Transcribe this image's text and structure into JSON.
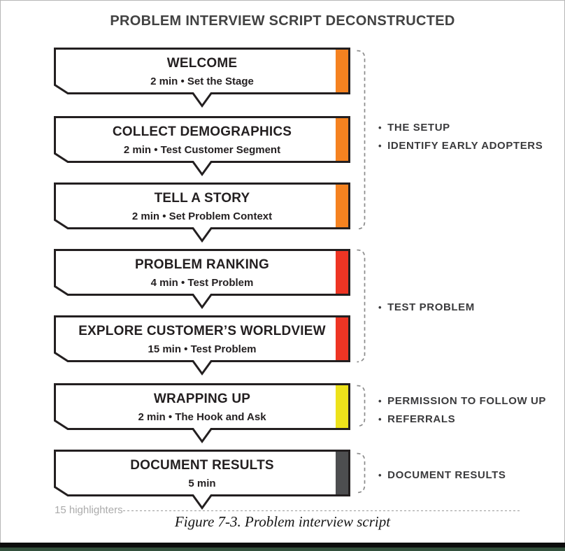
{
  "page": {
    "title": "PROBLEM INTERVIEW SCRIPT DECONSTRUCTED",
    "caption": "Figure 7-3. Problem interview script",
    "highlighters_note": "15 highlighters"
  },
  "glyphs": {
    "bullet": "•"
  },
  "colors": {
    "orange": "#F58220",
    "red": "#EE3524",
    "yellow": "#EDE21B",
    "dark_gray": "#4D4E50",
    "box_border": "#231F20",
    "bottom_bar_black": "#0D0D0D",
    "bottom_bar_green": "#33503C"
  },
  "steps": [
    {
      "title": "WELCOME",
      "subtitle": "2 min • Set the Stage",
      "stripe_color": "#F58220"
    },
    {
      "title": "COLLECT DEMOGRAPHICS",
      "subtitle": "2 min • Test Customer Segment",
      "stripe_color": "#F58220"
    },
    {
      "title": "TELL A STORY",
      "subtitle": "2 min • Set Problem Context",
      "stripe_color": "#F58220"
    },
    {
      "title": "PROBLEM RANKING",
      "subtitle": "4 min • Test Problem",
      "stripe_color": "#EE3524"
    },
    {
      "title": "EXPLORE CUSTOMER’S WORLDVIEW",
      "subtitle": "15 min • Test Problem",
      "stripe_color": "#EE3524"
    },
    {
      "title": "WRAPPING UP",
      "subtitle": "2 min • The Hook and Ask",
      "stripe_color": "#EDE21B"
    },
    {
      "title": "DOCUMENT RESULTS",
      "subtitle": "5 min",
      "stripe_color": "#4D4E50"
    }
  ],
  "annotations": [
    {
      "labels": [
        "THE SETUP",
        "IDENTIFY EARLY ADOPTERS"
      ]
    },
    {
      "labels": [
        "TEST PROBLEM"
      ]
    },
    {
      "labels": [
        "PERMISSION TO FOLLOW UP",
        "REFERRALS"
      ]
    },
    {
      "labels": [
        "DOCUMENT RESULTS"
      ]
    }
  ]
}
